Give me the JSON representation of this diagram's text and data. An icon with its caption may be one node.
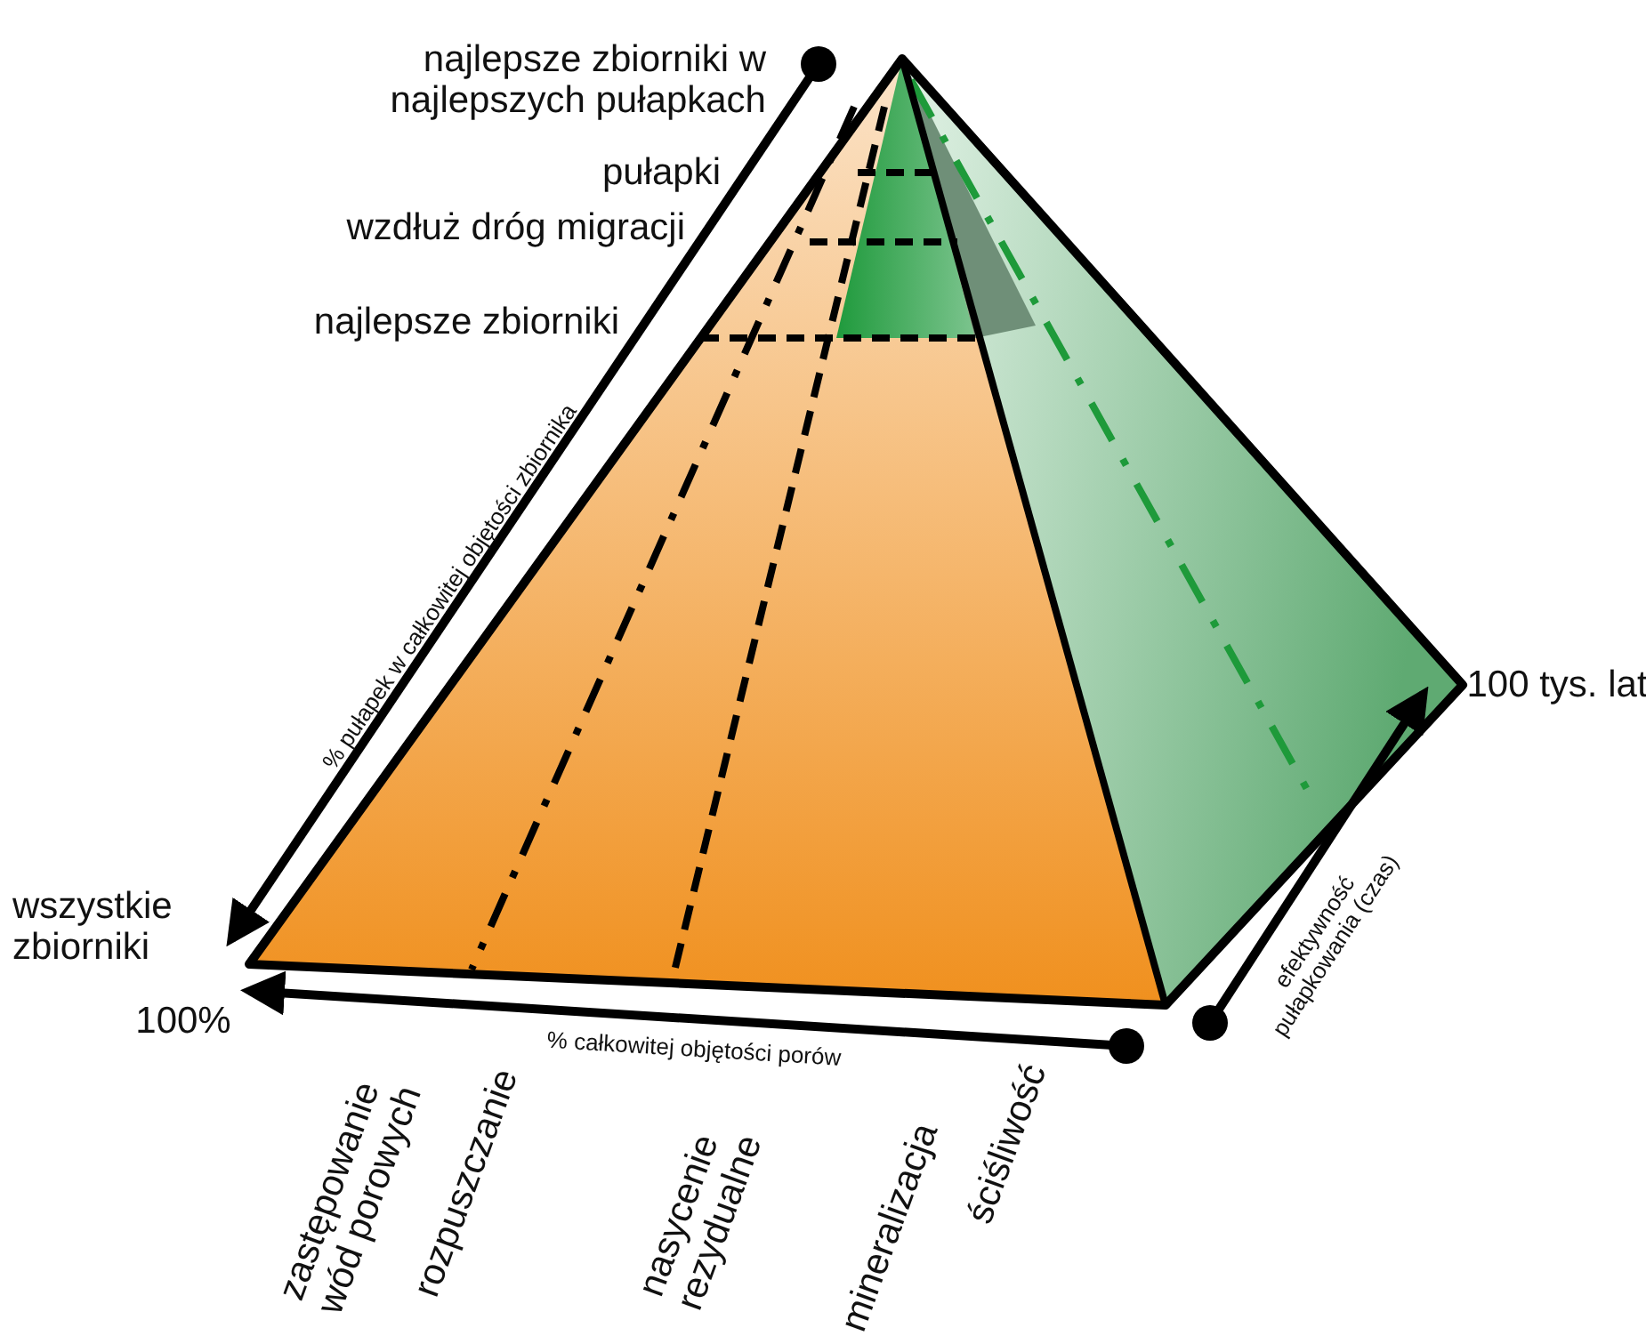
{
  "diagram": {
    "labels": [
      "najlepsze zbiorniki w najlepszych pułapkach",
      "pułapki",
      "wzdłuż dróg migracji",
      "najlepsze zbiorniki",
      "% pułapek w całkowitej objętości zbiornika",
      "100 tys. lat",
      "wszystkie zbiorniki",
      "efektywność pułapkowania (czas)",
      "100%",
      "% całkowitej objętości porów",
      "zastępowanie wód porowych",
      "rozpuszczanie",
      "nasycenie rezydualne",
      "mineralizacja",
      "ściśliwość"
    ]
  }
}
